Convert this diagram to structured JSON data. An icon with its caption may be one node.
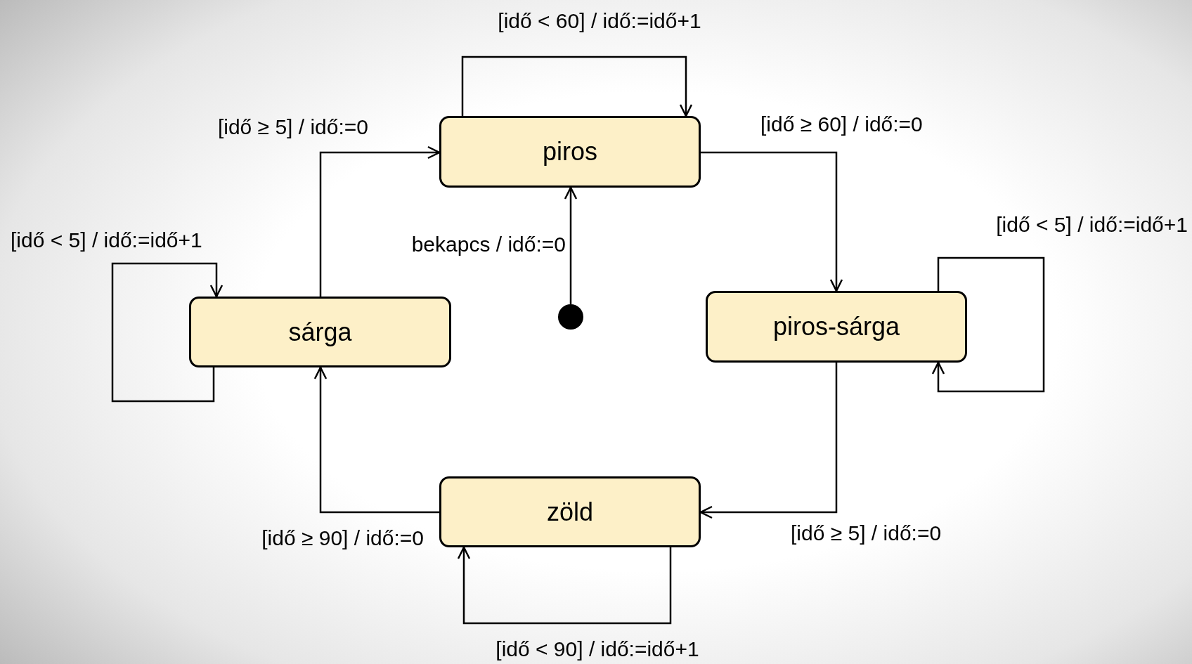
{
  "diagram": {
    "nodes": [
      {
        "text": [
          "piros"
        ]
      },
      {
        "text": [
          "sárga"
        ]
      },
      {
        "text": [],
        "shape": "circle"
      },
      {
        "text": [
          "piros-sárga"
        ]
      },
      {
        "text": [
          "zöld"
        ]
      }
    ],
    "edges": [
      {
        "from": 0,
        "to": 0,
        "arrow": "to",
        "label": "[idő < 60] / idő:=idő+1"
      },
      {
        "from": 0,
        "to": 3,
        "arrow": "to",
        "label": "[idő ≥ 60] / idő:=0"
      },
      {
        "from": 3,
        "to": 3,
        "arrow": "to",
        "label": "[idő < 5] / idő:=idő+1"
      },
      {
        "from": 3,
        "to": 4,
        "arrow": "to",
        "label": "[idő ≥ 5] / idő:=0"
      },
      {
        "from": 4,
        "to": 4,
        "arrow": "to",
        "label": "[idő < 90] / idő:=idő+1"
      },
      {
        "from": 4,
        "to": 1,
        "arrow": "to",
        "label": "[idő ≥ 90] / idő:=0"
      },
      {
        "from": 1,
        "to": 1,
        "arrow": "to",
        "label": "[idő < 5] / idő:=idő+1"
      },
      {
        "from": 1,
        "to": 0,
        "arrow": "to",
        "label": "[idő ≥ 5] / idő:=0"
      },
      {
        "from": 2,
        "to": 0,
        "arrow": "to",
        "label": "bekapcs / idő:=0"
      }
    ]
  }
}
